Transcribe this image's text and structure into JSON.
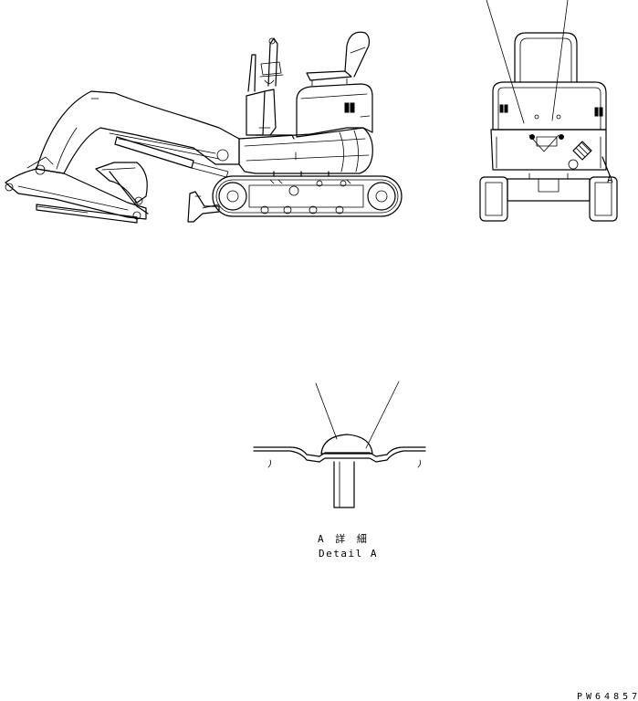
{
  "views": {
    "side_view": {
      "name": "excavator-side-view"
    },
    "rear_view": {
      "name": "excavator-rear-view",
      "pointer_label": "A"
    },
    "detail_view": {
      "name": "detail-a-view"
    }
  },
  "detail_caption": {
    "japanese": "A 詳 細",
    "english": "Detail A"
  },
  "document_id": "PW64857"
}
